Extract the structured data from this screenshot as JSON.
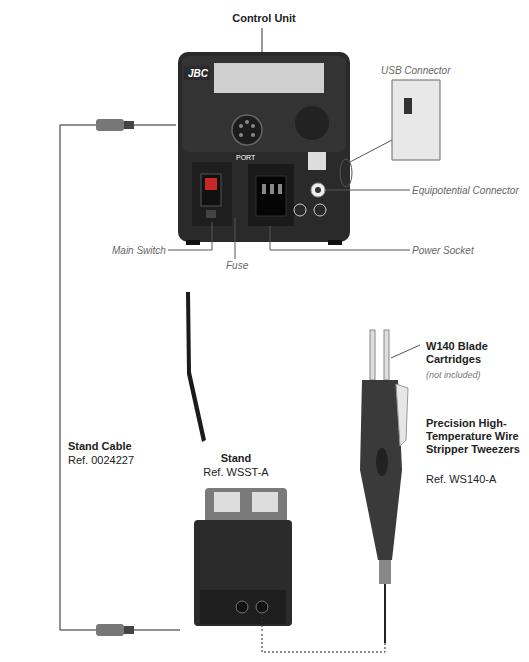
{
  "diagram": {
    "nodes": [
      {
        "text": [
          "Control Unit"
        ]
      },
      {
        "text": [
          "Stand",
          "Ref. WSST-A"
        ]
      },
      {
        "text": [
          "Precision High-Temperature Wire Stripper Tweezers",
          "Ref. WS140-A"
        ]
      }
    ],
    "edges": [
      {
        "from": 0,
        "to": 1,
        "label": "Stand Cable",
        "arrow": "none"
      },
      {
        "from": 2,
        "to": 1,
        "arrow": "none"
      }
    ],
    "labels": [
      "Ref. 0024227",
      "JBC",
      "PORT",
      "USB Connector",
      "Equipotential Connector",
      "Main Switch",
      "Fuse",
      "Power Socket",
      "W140 Blade Cartridges",
      "(not included)"
    ]
  }
}
